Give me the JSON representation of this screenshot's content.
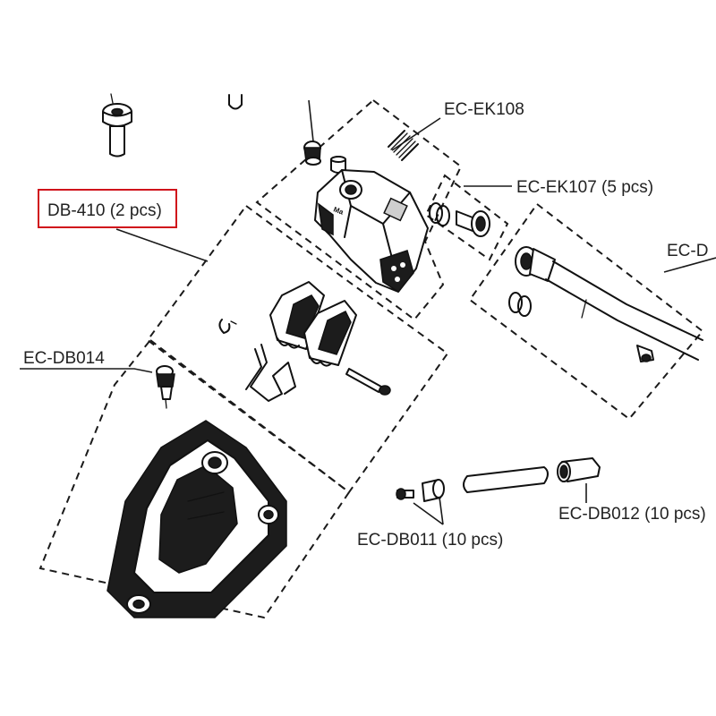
{
  "labels": {
    "ec_ek108": "EC-EK108",
    "ec_ek107": "EC-EK107 (5 pcs)",
    "ec_d_partial": "EC-D",
    "db_410": "DB-410 (2 pcs)",
    "ec_db014": "EC-DB014",
    "ec_db012": "EC-DB012 (10 pcs)",
    "ec_db011": "EC-DB011 (10 pcs)"
  },
  "highlight": {
    "target": "DB-410 (2 pcs)",
    "color": "#d0121b"
  },
  "colors": {
    "ink": "#111111",
    "label": "#222222",
    "background": "#ffffff"
  }
}
